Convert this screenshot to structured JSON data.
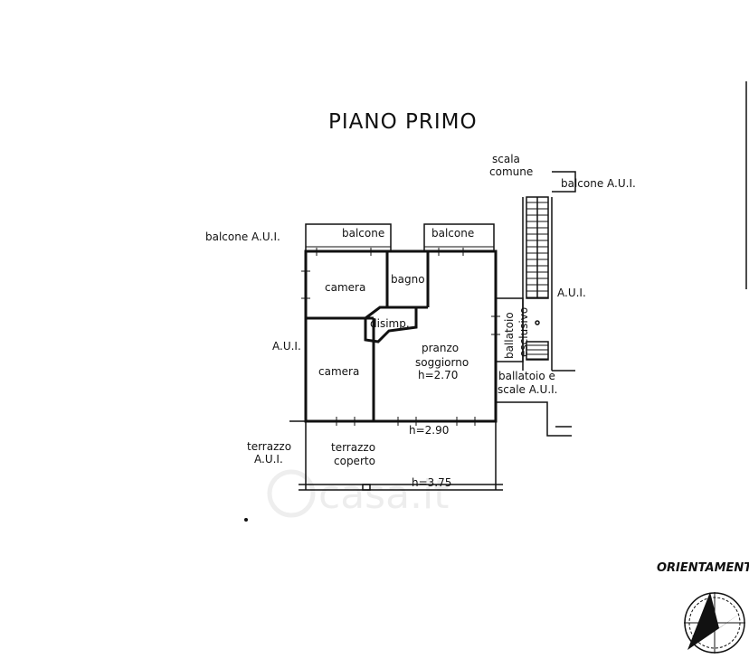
{
  "plan": {
    "title": "PIANO PRIMO",
    "rooms": {
      "camera_top": "camera",
      "camera_bottom": "camera",
      "bagno": "bagno",
      "disimp": "disimp.",
      "pranzo_l1": "pranzo",
      "pranzo_l2": "soggiorno",
      "pranzo_h": "h=2.70",
      "terrazzo_coperto_l1": "terrazzo",
      "terrazzo_coperto_l2": "coperto",
      "terrazzo_h": "h=3.75",
      "h290": "h=2.90",
      "ballatoio_esclusivo_l1": "ballatoio",
      "ballatoio_esclusivo_l2": "esclusivo"
    },
    "labels": {
      "balcone_1": "balcone",
      "balcone_2": "balcone",
      "balcone_aui_left": "balcone A.U.I.",
      "balcone_aui_right": "balcone A.U.I.",
      "scala_l1": "scala",
      "scala_l2": "comune",
      "aui_left": "A.U.I.",
      "aui_right": "A.U.I.",
      "ballatoio_scale_l1": "ballatoio e",
      "ballatoio_scale_l2": "scale A.U.I.",
      "terrazzo_aui_l1": "terrazzo",
      "terrazzo_aui_l2": "A.U.I."
    },
    "orientamento": "ORIENTAMENT",
    "watermark": "casa.it"
  },
  "colors": {
    "ink": "#111111",
    "background": "#ffffff",
    "watermark": "#d9d9d9"
  }
}
